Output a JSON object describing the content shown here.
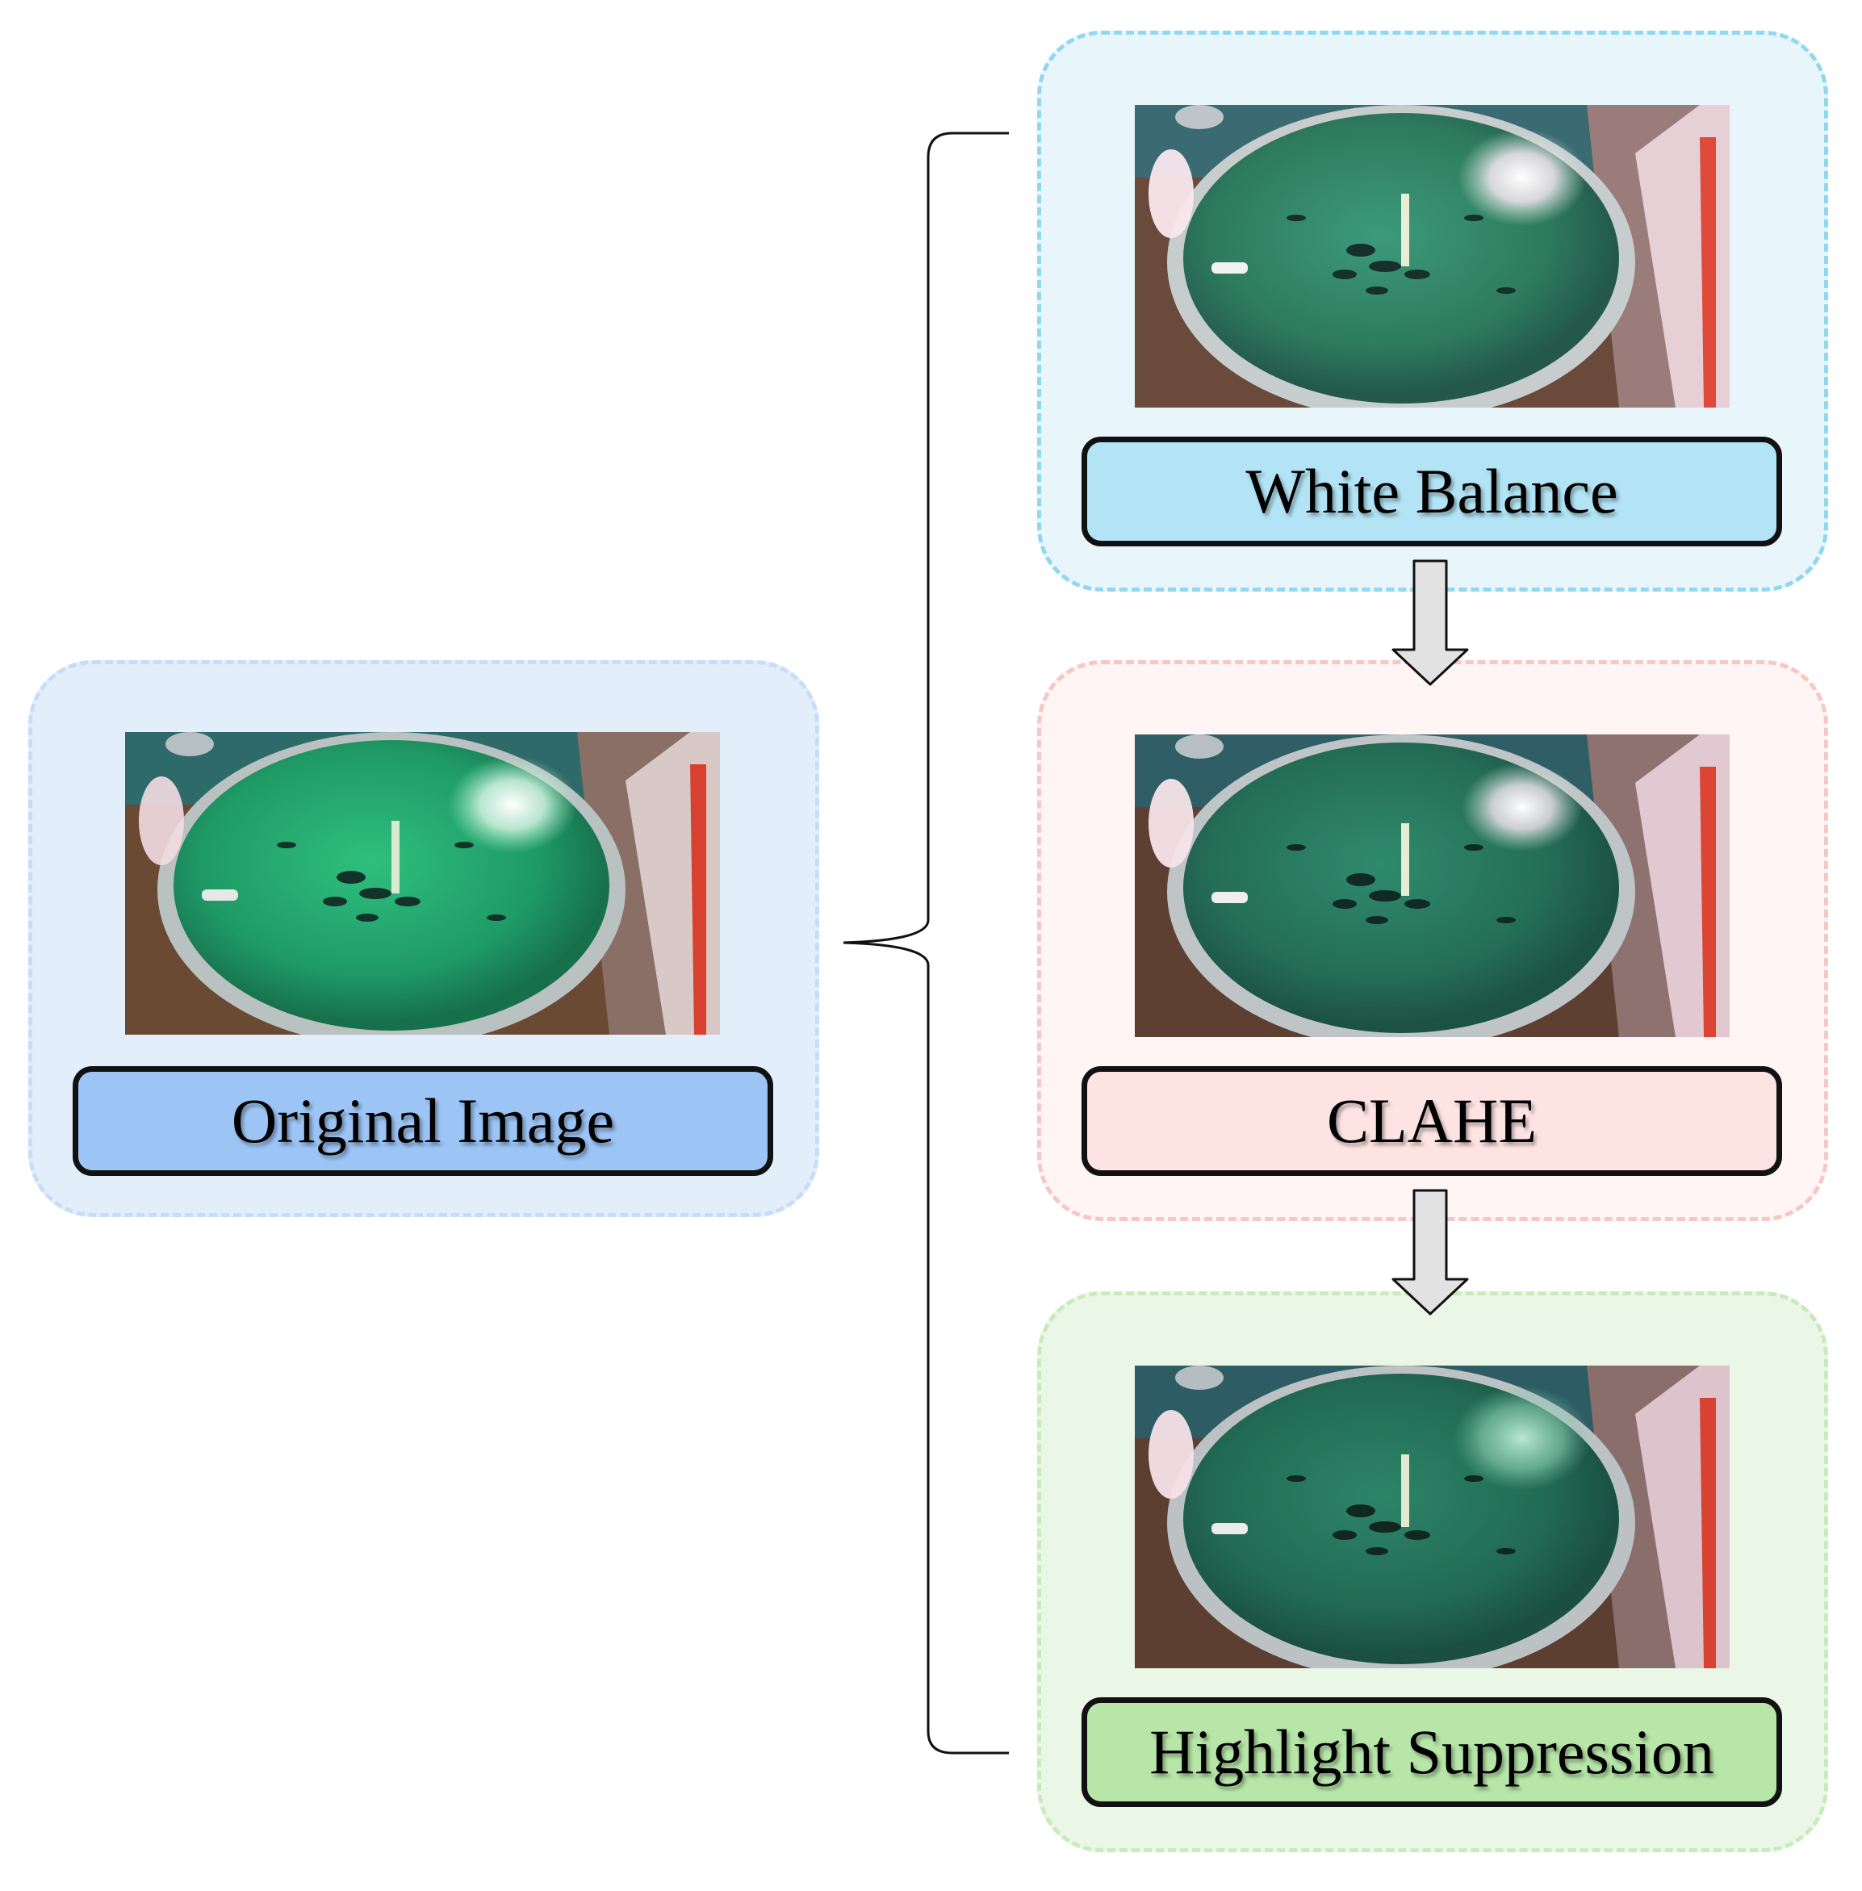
{
  "stages": {
    "original": {
      "label": "Original Image",
      "color": "#9cc4f5",
      "panel_bg": "#e3eefb",
      "panel_border": "#c6dcf7"
    },
    "white_balance": {
      "label": "White Balance",
      "color": "#b2e4f5",
      "panel_bg": "#e8f6fb",
      "panel_border": "#8fd8ef"
    },
    "clahe": {
      "label": "CLAHE",
      "color": "#fde3e1",
      "panel_bg": "#fef5f4",
      "panel_border": "#f6c7c3"
    },
    "highlight_suppression": {
      "label": "Highlight Suppression",
      "color": "#b7e6a8",
      "panel_bg": "#eaf7e6",
      "panel_border": "#c8ebbc"
    }
  },
  "colors": {
    "arrow_fill": "#e2e2e2",
    "line": "#111111"
  },
  "icons": {
    "flow_arrow": "down-arrow-icon",
    "bracket": "curly-brace"
  }
}
